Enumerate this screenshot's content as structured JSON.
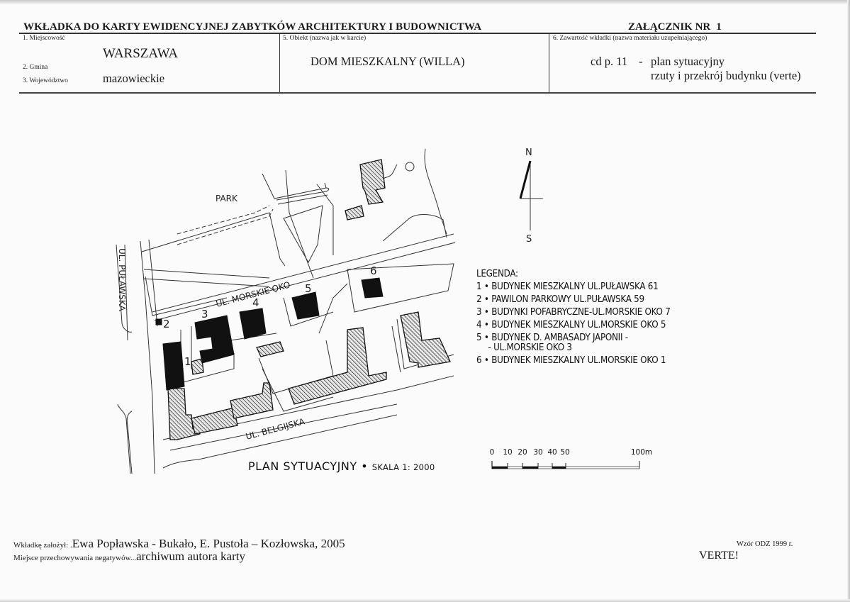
{
  "header": {
    "title": "WKŁADKA DO KARTY EWIDENCYJNEJ ZABYTKÓW ARCHITEKTURY I BUDOWNICTWA",
    "annex_label": "ZAŁĄCZNIK NR",
    "annex_number": "1",
    "fields": {
      "locality_label": "1. Miejscowość",
      "locality_value": "WARSZAWA",
      "commune_label": "2. Gmina",
      "commune_value": "",
      "voivodeship_label": "3. Województwo",
      "voivodeship_value": "mazowieckie",
      "object_label": "5. Obiekt (nazwa jak w karcie)",
      "object_value": "DOM MIESZKALNY (WILLA)",
      "contents_label": "6. Zawartość wkładki (nazwa materiału uzupełniającego)",
      "contents_ref": "cd p. 11",
      "contents_dash": "-",
      "contents_line1": "plan sytuacyjny",
      "contents_line2": "rzuty i przekrój budynku (verte)"
    }
  },
  "map": {
    "labels": {
      "park": "PARK",
      "street_pulawska": "UL. PUŁAWSKA",
      "street_morskie_oko": "UL. MORSKIE OKO",
      "street_belgijska": "UL. BELGIJSKA"
    },
    "building_numbers": [
      "1",
      "2",
      "3",
      "4",
      "5",
      "6"
    ],
    "north_arrow": {
      "north": "N",
      "south": "S"
    }
  },
  "legend": {
    "title": "LEGENDA:",
    "items": [
      {
        "num": "1",
        "text": "BUDYNEK MIESZKALNY UL.PUŁAWSKA 61"
      },
      {
        "num": "2",
        "text": "PAWILON PARKOWY UL.PUŁAWSKA 59"
      },
      {
        "num": "3",
        "text": "BUDYNKI POFABRYCZNE-UL.MORSKIE OKO 7"
      },
      {
        "num": "4",
        "text": "BUDYNEK MIESZKALNY UL.MORSKIE OKO 5"
      },
      {
        "num": "5",
        "text": "BUDYNEK D. AMBASADY JAPONII -",
        "continuation": "- UL.MORSKIE OKO 3"
      },
      {
        "num": "6",
        "text": "BUDYNEK MIESZKALNY UL.MORSKIE OKO 1"
      }
    ]
  },
  "plan": {
    "title": "PLAN SYTUACYJNY",
    "bullet": "•",
    "scale": "SKALA 1: 2000"
  },
  "scalebar": {
    "ticks": [
      "0",
      "10",
      "20",
      "30",
      "40",
      "50",
      "100m"
    ]
  },
  "footer": {
    "author_label": "Wkładkę założył: .",
    "author_value": "Ewa Popławska - Bukało, E. Pustoła – Kozłowska, 2005",
    "negatives_label": "Miejsce przechowywania negatywów...",
    "negatives_value": "archiwum autora karty",
    "template": "Wzór ODZ 1999 r.",
    "verte": "VERTE!"
  }
}
